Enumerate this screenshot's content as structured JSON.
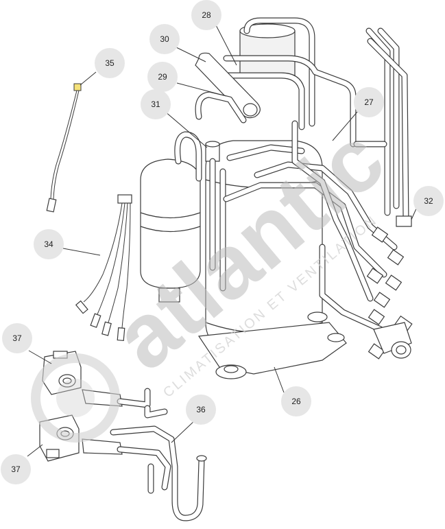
{
  "callouts": [
    {
      "id": "c28",
      "label": "28"
    },
    {
      "id": "c30",
      "label": "30"
    },
    {
      "id": "c35",
      "label": "35"
    },
    {
      "id": "c29",
      "label": "29"
    },
    {
      "id": "c31",
      "label": "31"
    },
    {
      "id": "c27",
      "label": "27"
    },
    {
      "id": "c32",
      "label": "32"
    },
    {
      "id": "c34",
      "label": "34"
    },
    {
      "id": "c37a",
      "label": "37"
    },
    {
      "id": "c36",
      "label": "36"
    },
    {
      "id": "c26",
      "label": "26"
    },
    {
      "id": "c37b",
      "label": "37"
    }
  ],
  "watermark": {
    "brand": "atlantic",
    "tagline": "CLIMATISATION ET VENTILATION",
    "color": "#bdbdbd"
  }
}
